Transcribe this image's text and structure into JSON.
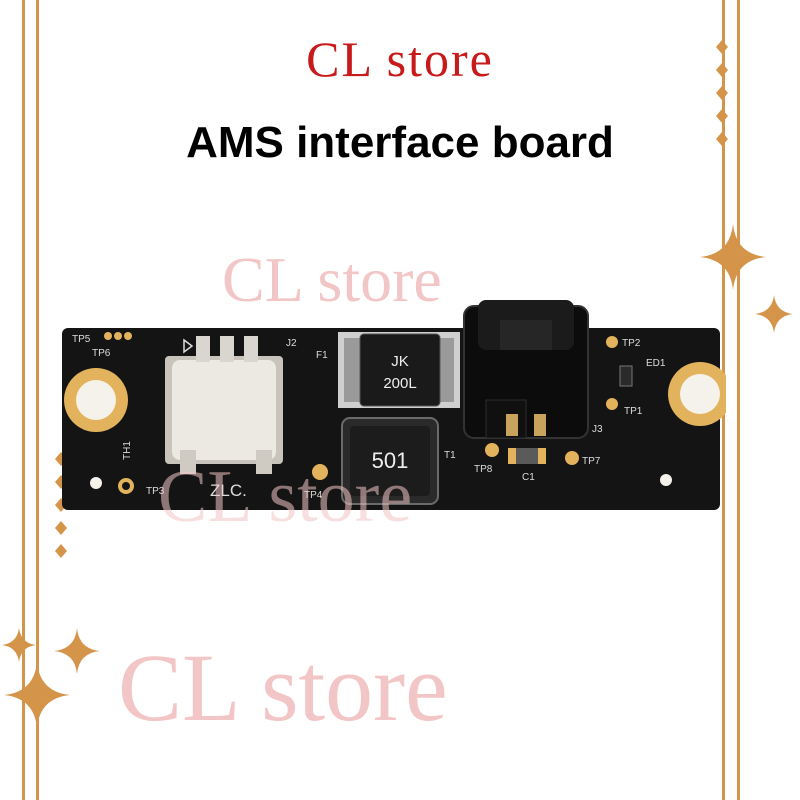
{
  "header": {
    "brand": "CL store",
    "product_title": "AMS interface board"
  },
  "watermarks": [
    "CL store",
    "CL store",
    "CL store"
  ],
  "board": {
    "silkscreen": {
      "tp5": "TP5",
      "tp6": "TP6",
      "j2": "J2",
      "f1": "F1",
      "tp2": "TP2",
      "ed1": "ED1",
      "tp1": "TP1",
      "j3": "J3",
      "th1": "TH1",
      "tp3": "TP3",
      "zlc": "ZLC.",
      "tp4": "TP4",
      "t1": "T1",
      "tp8": "TP8",
      "c1": "C1",
      "tp7": "TP7"
    },
    "fuse_marking": [
      "JK",
      "200L"
    ],
    "inductor_marking": "501"
  },
  "colors": {
    "frame": "#d4954a",
    "brand_text": "#c81a1a",
    "watermark": "#f2c6c6",
    "pcb": "#141414",
    "pad_gold": "#e3b25c"
  }
}
